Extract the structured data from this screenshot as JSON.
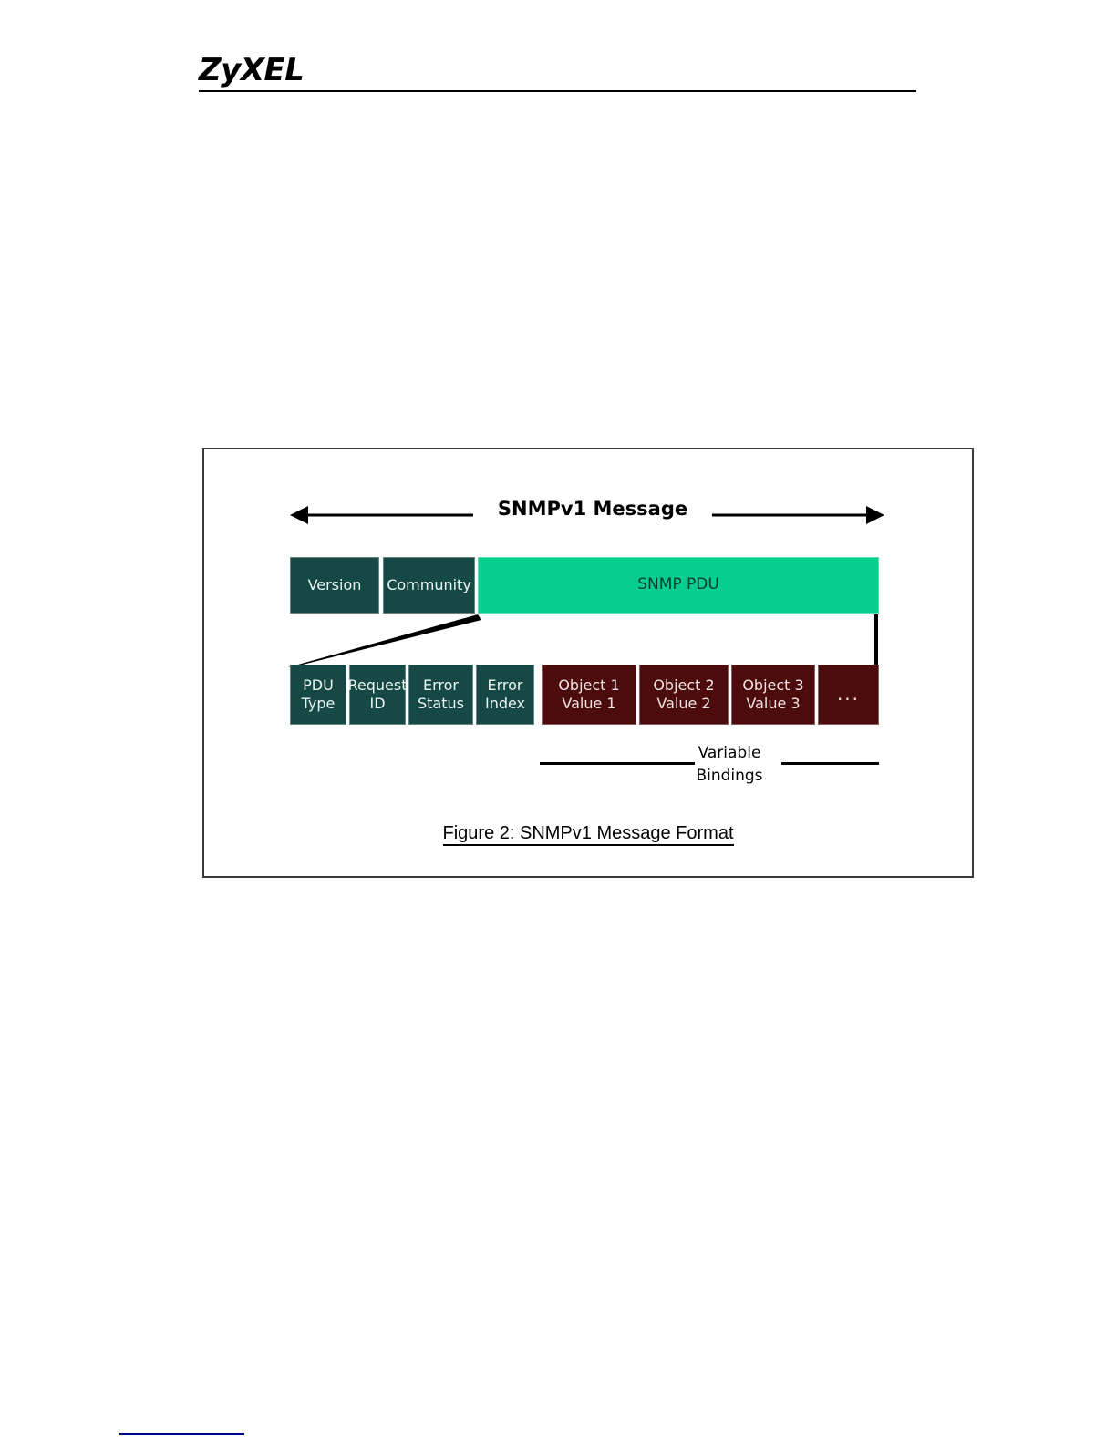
{
  "header": {
    "brand": "ZyXEL"
  },
  "figure": {
    "caption": "Figure 2: SNMPv1 Message Format",
    "span_label": "SNMPv1 Message",
    "variable_bindings": {
      "line1": "Variable",
      "line2": "Bindings"
    },
    "colors": {
      "teal": "#164845",
      "green": "#06ce8d",
      "maroon": "#4c0c0c",
      "frame": "#3a3a3a",
      "footnote_rule": "#00008b"
    },
    "message_row": [
      {
        "id": "version",
        "label": "Version"
      },
      {
        "id": "community",
        "label": "Community"
      },
      {
        "id": "snmp-pdu",
        "label": "SNMP PDU"
      }
    ],
    "pdu_row": [
      {
        "id": "pdu-type",
        "line1": "PDU",
        "line2": "Type"
      },
      {
        "id": "request-id",
        "line1": "Request",
        "line2": "ID"
      },
      {
        "id": "error-status",
        "line1": "Error",
        "line2": "Status"
      },
      {
        "id": "error-index",
        "line1": "Error",
        "line2": "Index"
      },
      {
        "id": "object-1",
        "line1": "Object 1",
        "line2": "Value 1"
      },
      {
        "id": "object-2",
        "line1": "Object 2",
        "line2": "Value 2"
      },
      {
        "id": "object-3",
        "line1": "Object 3",
        "line2": "Value 3"
      },
      {
        "id": "more",
        "line1": "...",
        "line2": ""
      }
    ]
  }
}
